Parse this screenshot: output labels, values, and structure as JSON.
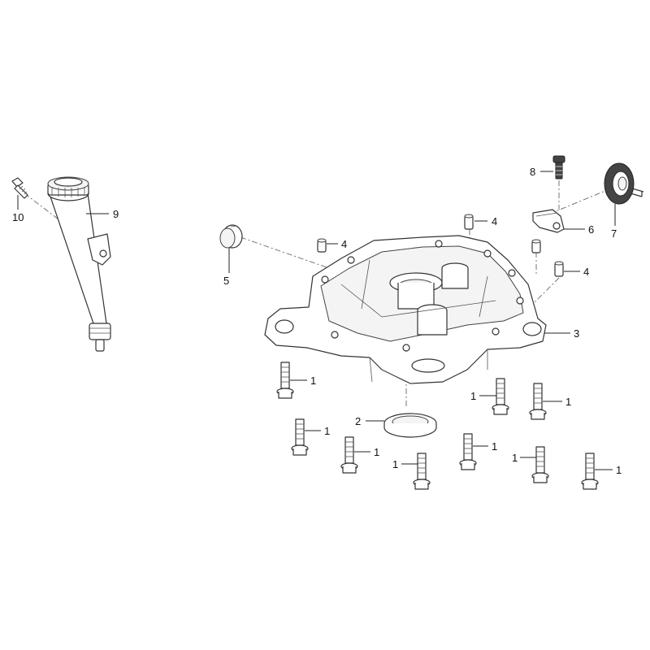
{
  "callouts": {
    "bolt": "1",
    "oil_seal": "2",
    "crankcase_cover": "3",
    "dowel_pin": "4",
    "plug": "5",
    "bracket": "6",
    "governor_gear": "7",
    "screw_8": "8",
    "dipstick_tube": "9",
    "screw_10": "10"
  },
  "colors": {
    "line": "#333333",
    "background": "#ffffff"
  }
}
